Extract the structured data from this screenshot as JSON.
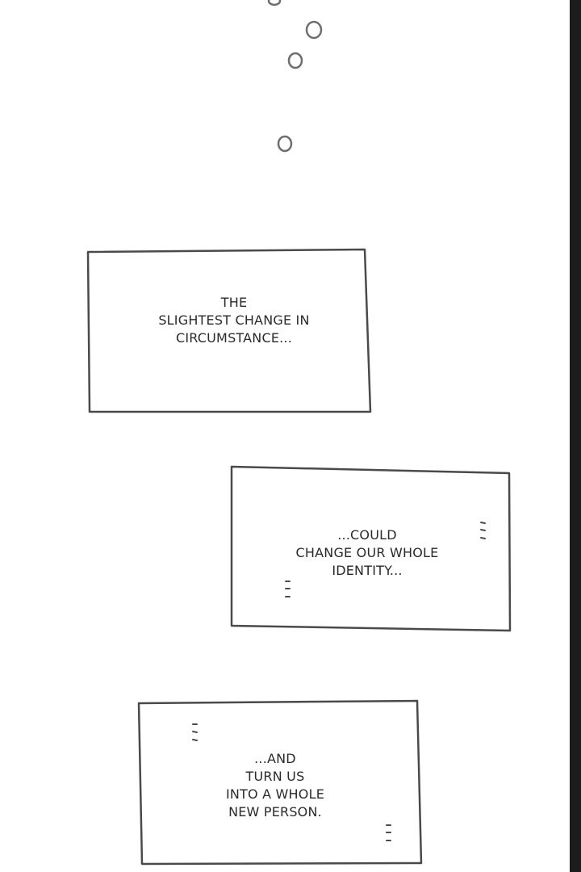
{
  "panels": [
    {
      "lines": [
        "THE",
        "SLIGHTEST CHANGE IN",
        "CIRCUMSTANCE..."
      ]
    },
    {
      "lines": [
        "...COULD",
        "CHANGE OUR WHOLE",
        "IDENTITY..."
      ]
    },
    {
      "lines": [
        "...AND",
        "TURN US",
        "INTO A WHOLE",
        "NEW PERSON."
      ]
    }
  ],
  "colors": {
    "ink": "#4a4a4a",
    "text": "#2a2a2a",
    "edge": "#1c1c1c"
  }
}
